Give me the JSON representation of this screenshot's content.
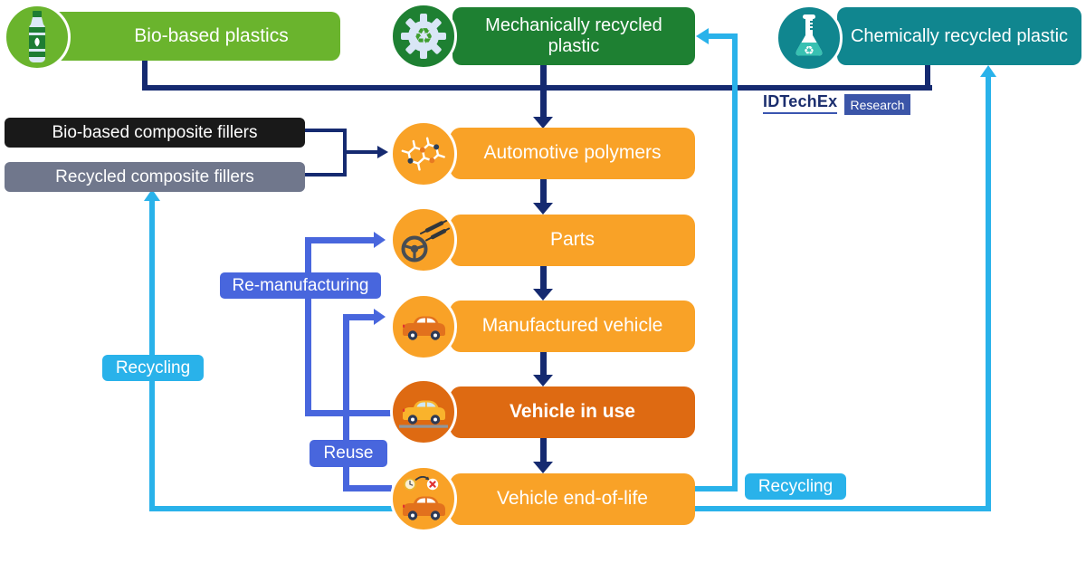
{
  "title": "Automotive plastics circularity diagram",
  "colors": {
    "navy_flow": "#152a70",
    "action_blue": "#4866dd",
    "recycle_cyan": "#29b2ea",
    "orange_box": "#f9a227",
    "orange_highlight": "#de6a12",
    "bio_green": "#6ab42d",
    "mech_green": "#1e8032",
    "chem_teal": "#10868f",
    "filler_black": "#191919",
    "filler_gray": "#70778c"
  },
  "top_boxes": [
    {
      "label": "Bio-based plastics",
      "icon": "bottle-icon",
      "color": "#6ab42d"
    },
    {
      "label": "Mechanically recycled plastic",
      "icon": "gear-recycle-icon",
      "color": "#1e8032"
    },
    {
      "label": "Chemically recycled plastic",
      "icon": "flask-recycle-icon",
      "color": "#10868f"
    }
  ],
  "filler_boxes": [
    {
      "label": "Bio-based composite fillers",
      "color": "#191919"
    },
    {
      "label": "Recycled composite fillers",
      "color": "#70778c"
    }
  ],
  "flow_boxes": [
    {
      "label": "Automotive polymers",
      "icon": "molecule-icon",
      "variant": "normal"
    },
    {
      "label": "Parts",
      "icon": "steering-wheel-icon",
      "variant": "normal"
    },
    {
      "label": "Manufactured vehicle",
      "icon": "car-icon",
      "variant": "normal"
    },
    {
      "label": "Vehicle in use",
      "icon": "car-in-use-icon",
      "variant": "highlight"
    },
    {
      "label": "Vehicle end-of-life",
      "icon": "car-end-of-life-icon",
      "variant": "normal"
    }
  ],
  "edge_labels": {
    "remanufacturing": "Re-manufacturing",
    "reuse": "Reuse",
    "recycling_left": "Recycling",
    "recycling_right": "Recycling"
  },
  "logo": {
    "brand": "IDTechEx",
    "suffix": "Research"
  }
}
